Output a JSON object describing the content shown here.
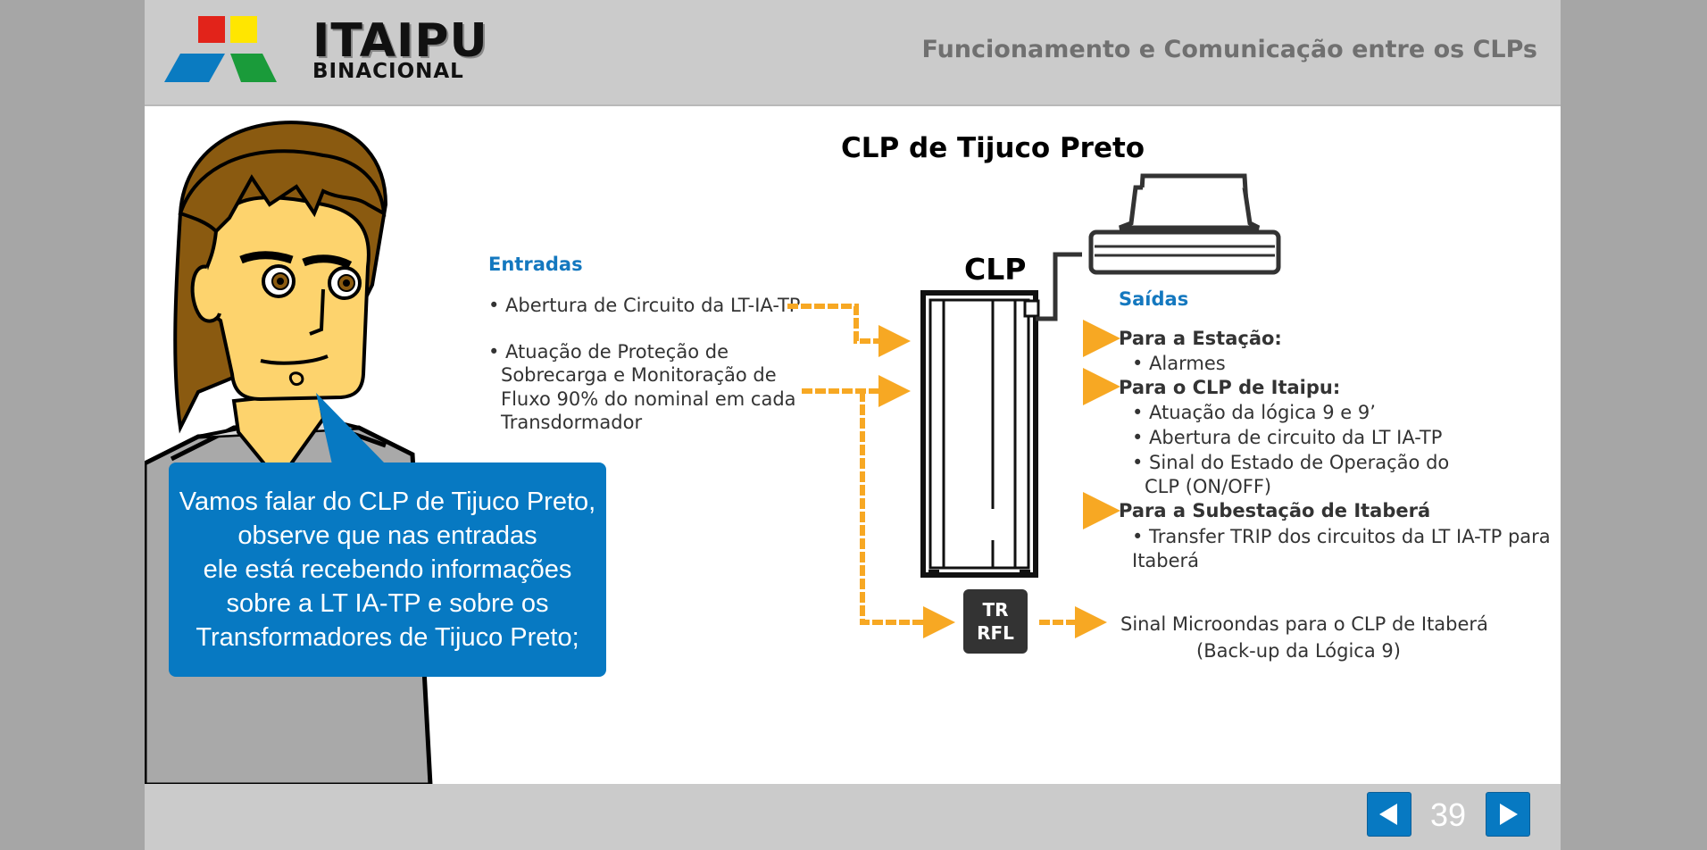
{
  "header": {
    "logo": {
      "name": "ITAIPU",
      "subtitle": "BINACIONAL"
    },
    "title": "Funcionamento e Comunicação entre os CLPs"
  },
  "diagram": {
    "title": "CLP de Tijuco Preto",
    "clp_label": "CLP",
    "entradas": {
      "heading": "Entradas",
      "items": [
        "• Abertura de Circuito da LT-IA-TP",
        "• Atuação de Proteção de",
        "Sobrecarga e Monitoração de",
        "Fluxo 90% do nominal em cada",
        "Transdormador"
      ]
    },
    "saidas": {
      "heading": "Saídas",
      "groups": [
        {
          "title": "Para a Estação:",
          "items": [
            "• Alarmes"
          ]
        },
        {
          "title": "Para o CLP de Itaipu:",
          "items": [
            "• Atuação da lógica 9 e 9’",
            "• Abertura de circuito da LT IA-TP",
            "• Sinal do Estado de Operação do",
            "CLP (ON/OFF)"
          ]
        },
        {
          "title": "Para a Subestação de Itaberá",
          "items": [
            "• Transfer TRIP dos circuitos da LT IA-TP para",
            "Itaberá"
          ]
        }
      ]
    },
    "trrfl": {
      "line1": "TR",
      "line2": "RFL"
    },
    "microondas": {
      "line1": "Sinal Microondas para o CLP de Itaberá",
      "line2": "(Back-up da Lógica 9)"
    },
    "colors": {
      "arrow": "#f7a823",
      "blue": "#0779c2"
    }
  },
  "bubble": {
    "lines": [
      "Vamos falar do CLP de Tijuco Preto,",
      "observe que nas entradas",
      "ele está recebendo informações",
      "sobre a LT IA-TP e sobre os",
      "Transformadores de Tijuco Preto;"
    ]
  },
  "footer": {
    "page_number": "39",
    "prev_icon": "triangle-left-icon",
    "next_icon": "triangle-right-icon"
  }
}
